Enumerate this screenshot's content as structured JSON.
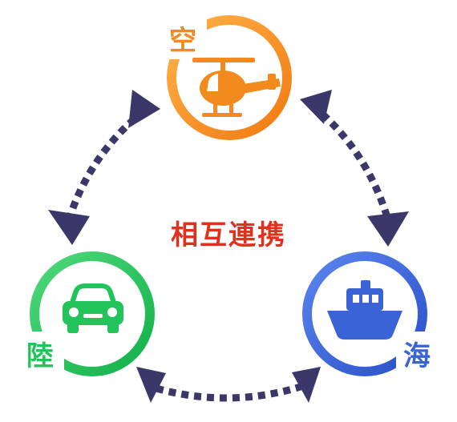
{
  "title": "相互連携",
  "nodes": {
    "sky": {
      "label": "空",
      "icon": "helicopter-icon",
      "color": "#f28a1e"
    },
    "land": {
      "label": "陸",
      "icon": "car-icon",
      "color": "#22c35a"
    },
    "sea": {
      "label": "海",
      "icon": "ship-icon",
      "color": "#3a63d6"
    }
  },
  "colors": {
    "title": "#e0301e",
    "arrow": "#3b3768",
    "background": "#ffffff"
  }
}
